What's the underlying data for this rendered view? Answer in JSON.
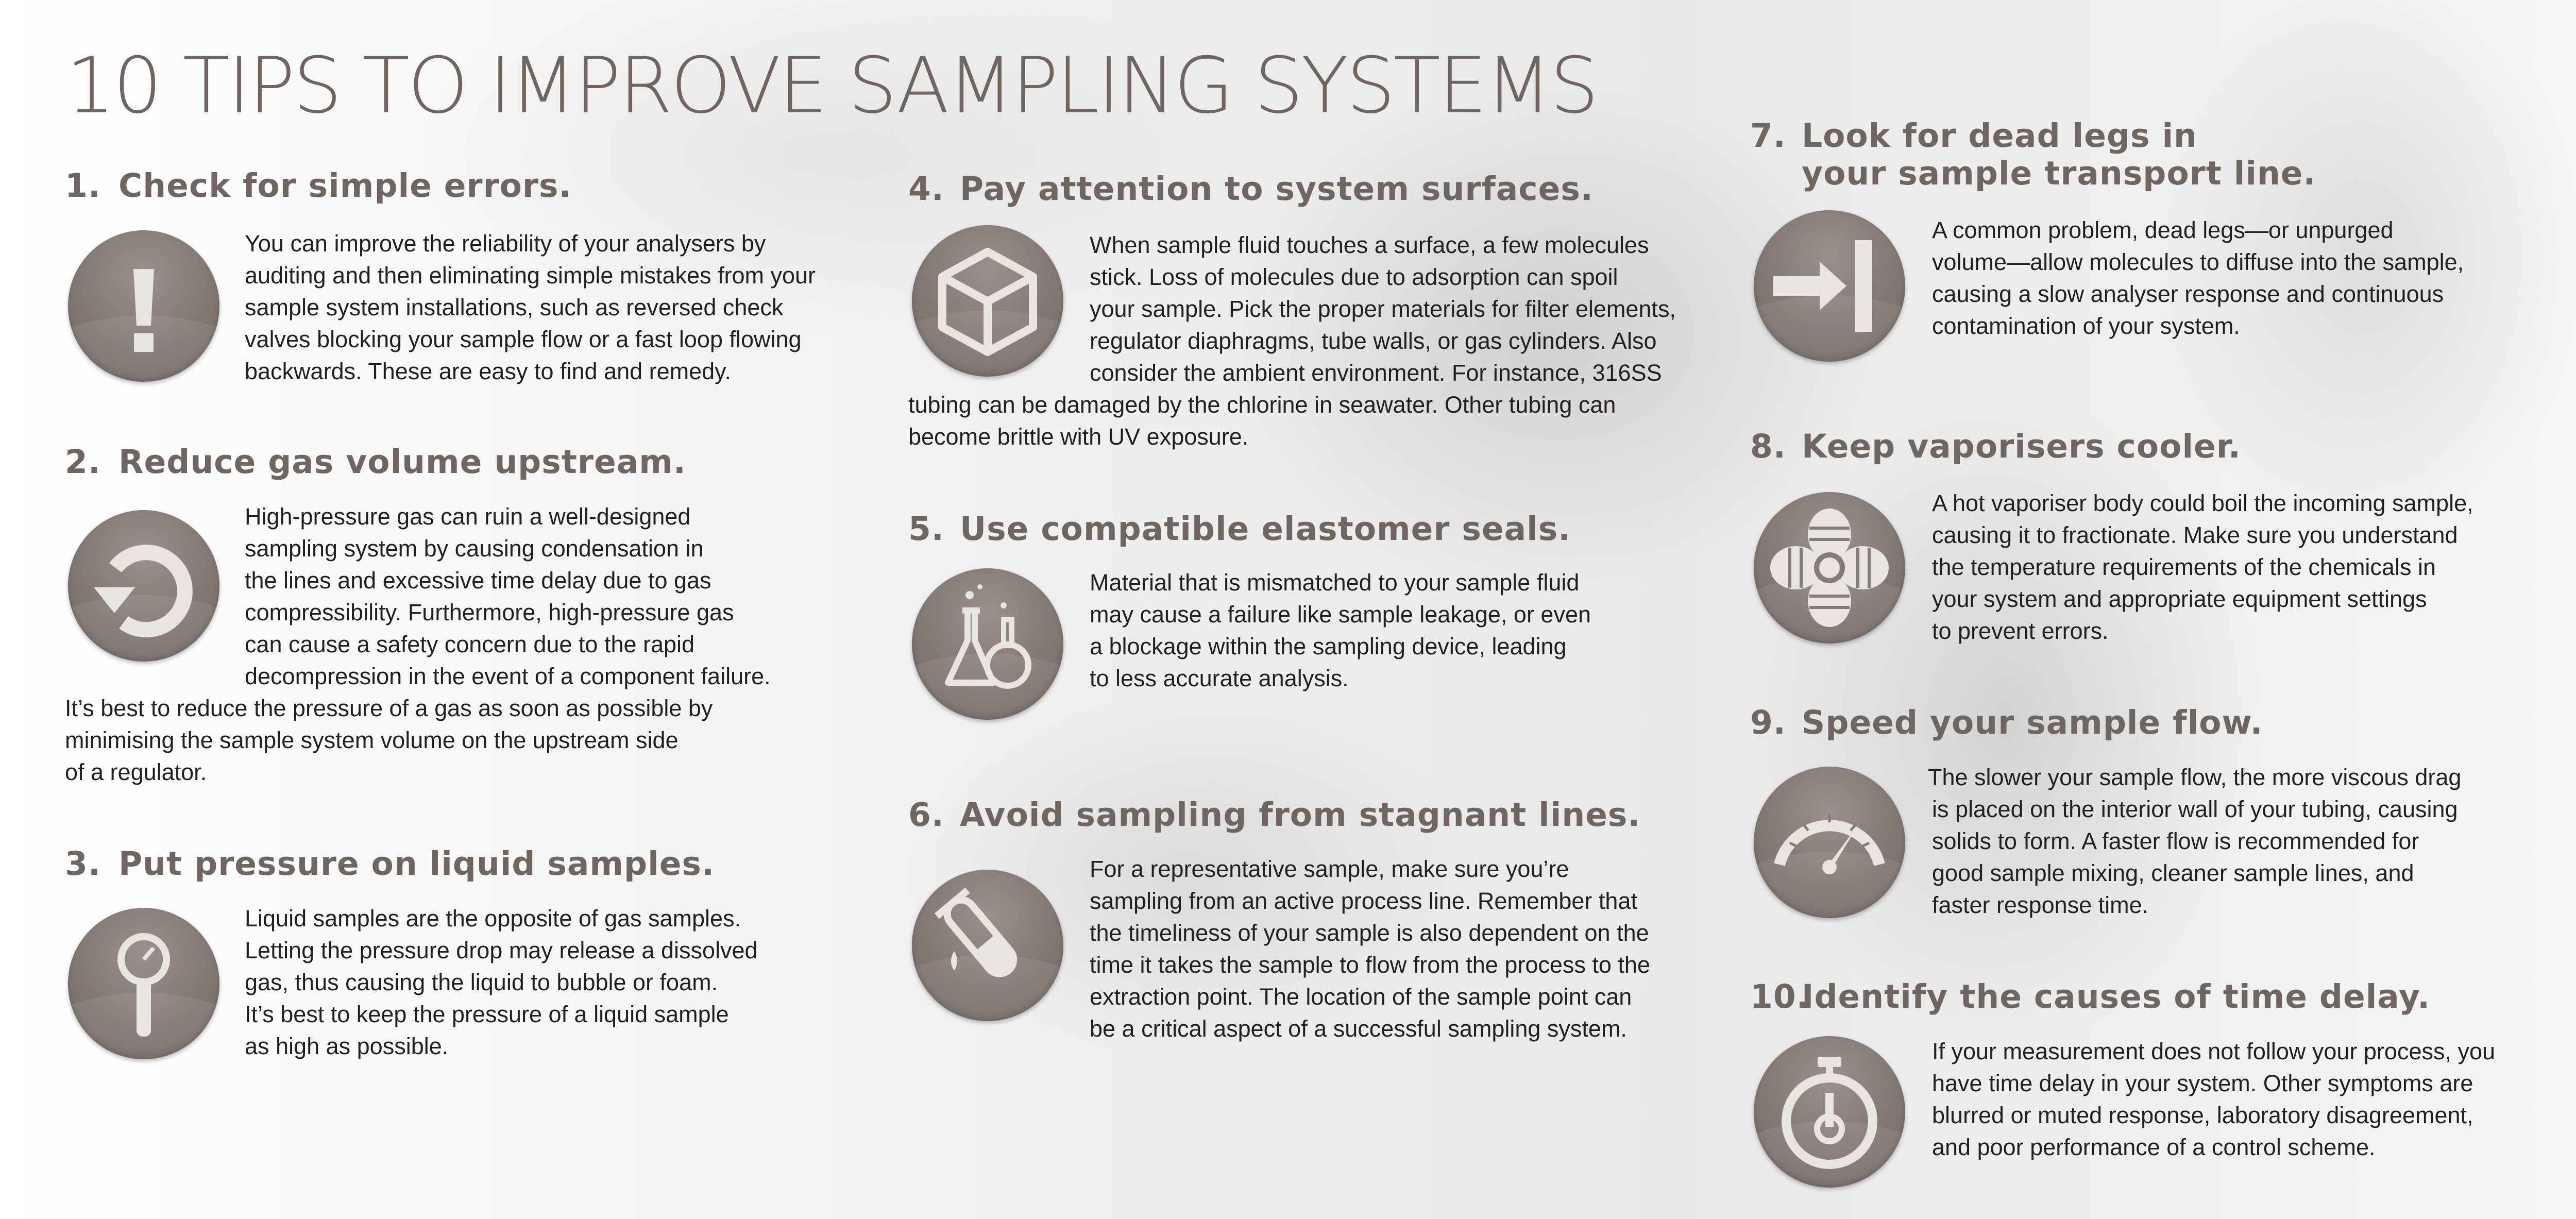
{
  "title": "10 TIPS TO IMPROVE SAMPLING SYSTEMS",
  "tips": [
    {
      "num": "1.",
      "heading": "Check for simple errors.",
      "icon": "exclamation-icon",
      "lines": [
        "You can improve the reliability of your analysers by",
        "auditing and then eliminating simple mistakes from your",
        "sample system installations, such as reversed check",
        "valves blocking your sample flow or a fast loop flowing",
        "backwards. These are easy to find and remedy."
      ]
    },
    {
      "num": "2.",
      "heading": "Reduce gas volume upstream.",
      "icon": "rotate-arrow-icon",
      "lines": [
        "High-pressure gas can ruin a well-designed",
        "sampling system by causing condensation in",
        "the lines and excessive time delay due to gas",
        "compressibility. Furthermore, high-pressure gas",
        "can cause a safety concern due to the rapid",
        "decompression in the event of a component failure.",
        "It’s best to reduce the pressure of a gas as soon as possible by",
        "minimising the sample system volume on the upstream side",
        "of a regulator."
      ]
    },
    {
      "num": "3.",
      "heading": "Put pressure on liquid samples.",
      "icon": "pressure-gauge-icon",
      "lines": [
        "Liquid samples are the opposite of gas samples.",
        "Letting the pressure drop may release a dissolved",
        "gas, thus causing the liquid to bubble or foam.",
        "It’s best to keep the pressure of a liquid sample",
        "as high as possible."
      ]
    },
    {
      "num": "4.",
      "heading": "Pay attention to system surfaces.",
      "icon": "cube-icon",
      "lines": [
        "When sample fluid touches a surface, a few molecules",
        "stick. Loss of molecules due to adsorption can spoil",
        "your sample. Pick the proper materials for filter elements,",
        "regulator diaphragms, tube walls, or gas cylinders. Also",
        "consider the ambient environment. For instance, 316SS",
        "tubing can be damaged by the chlorine in seawater. Other tubing can",
        "become brittle with UV exposure."
      ]
    },
    {
      "num": "5.",
      "heading": "Use compatible elastomer seals.",
      "icon": "lab-flasks-icon",
      "lines": [
        "Material that is mismatched to your sample fluid",
        "may cause a failure like sample leakage, or even",
        "a blockage within the sampling device, leading",
        "to less accurate analysis."
      ]
    },
    {
      "num": "6.",
      "heading": "Avoid sampling from stagnant lines.",
      "icon": "test-tube-icon",
      "lines": [
        "For a representative sample, make sure you’re",
        "sampling from an active process line. Remember that",
        "the timeliness of your sample is also dependent on the",
        "time it takes the sample to flow from the process to the",
        "extraction point. The location of the sample point can",
        "be a critical aspect of a successful sampling system."
      ]
    },
    {
      "num": "7.",
      "heading": "Look for dead legs in",
      "heading2": "your sample transport line.",
      "icon": "arrow-to-wall-icon",
      "lines": [
        "A common problem, dead legs—or unpurged",
        "volume—allow molecules to diffuse into the sample,",
        "causing a slow analyser response and continuous",
        "contamination of your system."
      ]
    },
    {
      "num": "8.",
      "heading": "Keep vaporisers cooler.",
      "icon": "fan-icon",
      "lines": [
        "A hot vaporiser body could boil the incoming sample,",
        "causing it to fractionate. Make sure you understand",
        "the temperature requirements of the chemicals in",
        "your system and appropriate equipment settings",
        "to prevent errors."
      ]
    },
    {
      "num": "9.",
      "heading": "Speed your sample flow.",
      "icon": "speedometer-icon",
      "lines": [
        "The slower your sample flow, the more viscous drag",
        "is placed on the interior wall of your tubing, causing",
        "solids to form. A faster flow is recommended for",
        "good sample mixing, cleaner sample lines, and",
        "faster response time."
      ]
    },
    {
      "num": "10.",
      "heading": "Identify the causes of time delay.",
      "icon": "stopwatch-icon",
      "lines": [
        "If your measurement does not follow your process, you",
        "have time delay in your system. Other symptoms are",
        "blurred or muted response, laboratory disagreement,",
        "and poor performance of a control scheme."
      ]
    }
  ]
}
